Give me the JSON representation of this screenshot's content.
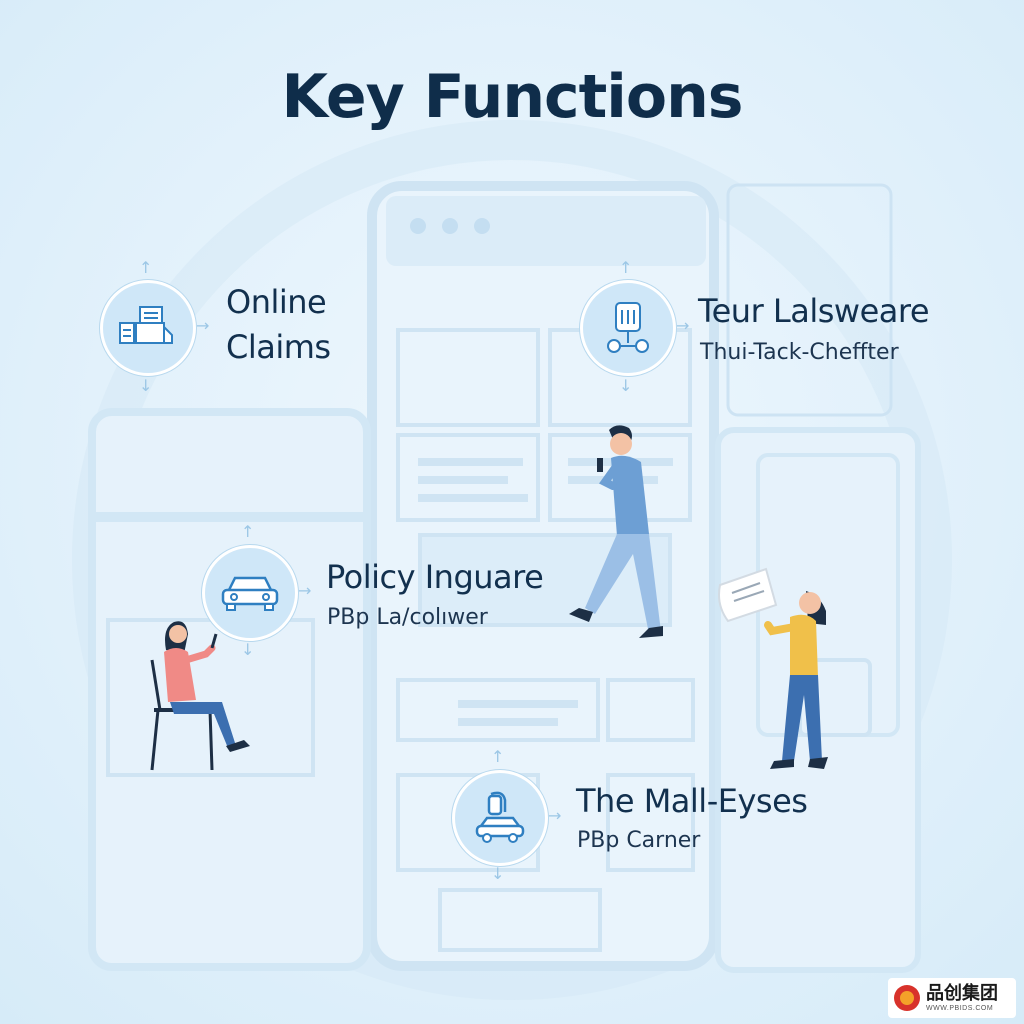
{
  "page": {
    "title": "Key Functions"
  },
  "features": [
    {
      "title_line1": "Online",
      "title_line2": "Claims",
      "icon": "document-truck-icon"
    },
    {
      "title": "Teur Lalsweare",
      "subtitle": "Thui-Tack-Cheffter",
      "icon": "network-tag-icon"
    },
    {
      "title": "Policy Inguare",
      "subtitle": "PBp La/colıwer",
      "icon": "car-icon"
    },
    {
      "title": "The Mall-Eyses",
      "subtitle": "PBp Carner",
      "icon": "car-service-icon"
    }
  ],
  "logo": {
    "text": "品创集团",
    "url": "WWW.PBIDS.COM"
  },
  "colors": {
    "title": "#0f2d4a",
    "icon_bg": "#cfe7f8",
    "icon_stroke": "#2f7fc1",
    "background": "#e2f1fb"
  }
}
